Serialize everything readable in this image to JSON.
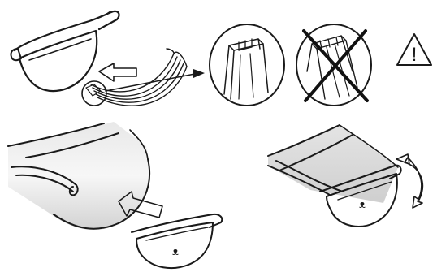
{
  "diagram": {
    "steps": [
      {
        "id": "step-1",
        "description": "insert-rubber-seal-into-gutter-end-cap"
      },
      {
        "id": "step-2",
        "description": "seal-orientation-detail"
      },
      {
        "id": "step-3",
        "description": "slide-end-cap-onto-gutter"
      },
      {
        "id": "step-4",
        "description": "rotate-end-cap-to-lock"
      }
    ],
    "details": {
      "correct": {
        "state": "correct"
      },
      "wrong": {
        "state": "incorrect"
      }
    },
    "warning": {
      "icon": "warning-triangle-icon",
      "symbol": "!"
    },
    "colors": {
      "ink": "#1a1a1a",
      "fill": "#ededed",
      "shade": "#c9c9c9",
      "cross": "#111111"
    }
  }
}
